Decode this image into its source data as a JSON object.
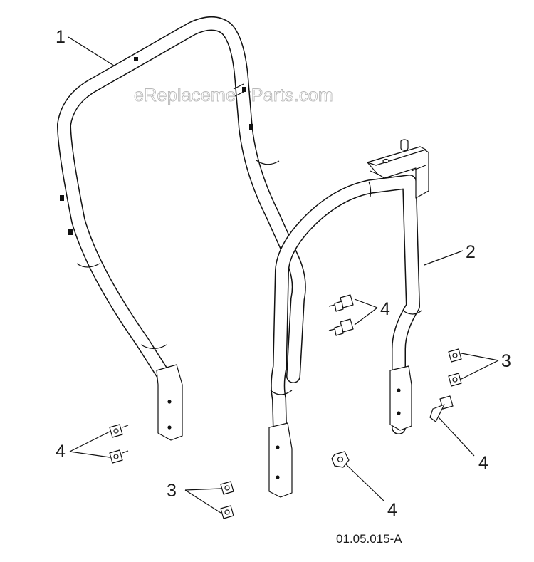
{
  "watermark": "eReplacementParts.com",
  "drawing_code": "01.05.015-A",
  "callouts": {
    "c1": "1",
    "c2": "2",
    "c3a": "3",
    "c3b": "3",
    "c4a": "4",
    "c4b": "4",
    "c4c": "4",
    "c4d": "4"
  },
  "colors": {
    "line": "#111111",
    "background": "#ffffff",
    "watermark_outline": "#b9b9b9"
  }
}
